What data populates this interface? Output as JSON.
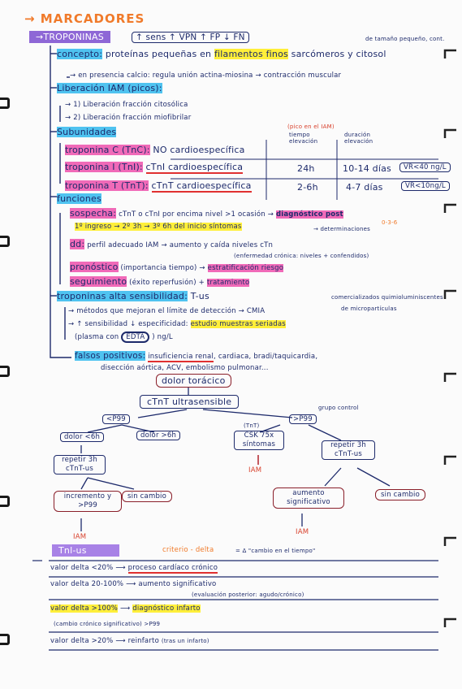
{
  "title": "→ MARCADORES",
  "troponinas_label": "→TROPONINAS",
  "troponinas_props": "↑ sens ↑ VPN ↑ FP ↓ FN",
  "note_top_right": "de tamaño pequeño, cont.",
  "concepto": {
    "label": "concepto:",
    "text1": "proteínas pequeñas en",
    "highlight": "filamentos finos",
    "text2": "sarcómeros y citosol",
    "line2": "→ en presencia calcio: regula unión actina-miosina → contracción muscular"
  },
  "liberacion": {
    "label": "Liberación IAM (picos):",
    "item1": "→ 1) Liberación fracción citosólica",
    "item2": "→ 2) Liberación fracción miofibrilar"
  },
  "subunidades": {
    "label": "Subunidades",
    "header_pico": "(pico en el IAM)",
    "header_elev": "tiempo elevación",
    "header_dur": "duración elevación",
    "rows": [
      {
        "label": "troponina C (TnC):",
        "desc": "NO cardioespecífica",
        "elev": "",
        "dur": "",
        "vr": ""
      },
      {
        "label": "troponina I (TnI):",
        "desc": "cTnI cardioespecífica",
        "elev": "24h",
        "dur": "10-14 días",
        "vr": "VR<40 ng/L"
      },
      {
        "label": "troponina T (TnT):",
        "desc": "cTnT cardioespecífica",
        "elev": "2-6h",
        "dur": "4-7 días",
        "vr": "VR<10ng/L"
      }
    ]
  },
  "funciones": {
    "label": "funciones",
    "sospecha_label": "sospecha:",
    "sospecha_text": "cTnT o cTnI por encima nivel >1 ocasión →",
    "diag": "diagnóstico post",
    "timing": "0-3-6",
    "ingreso_line": "1º ingreso → 2º 3h → 3º 6h del inicio síntomas",
    "determinaciones": "→ determinaciones",
    "dd_label": "dd:",
    "dd_text": "perfil adecuado IAM → aumento y caída niveles cTn",
    "dd_note": "(enfermedad crónica: niveles + confendidos)",
    "pronostico_label": "pronóstico",
    "pronostico_text": "(importancia tiempo) →",
    "pronostico_hl": "estratificación riesgo",
    "seguimiento_label": "seguimiento",
    "seguimiento_text": "(éxito reperfusión) +",
    "seguimiento_hl": "tratamiento"
  },
  "alta_sens": {
    "label": "troponinas alta sensibilidad:",
    "suffix": "T-us",
    "note": "comercializados quimioluminiscentes",
    "line1": "→ métodos que mejoran el límite de detección → CMIA",
    "line1_note": "de micropartículas",
    "line2a": "→ ↑ sensibilidad ↓ especificidad:",
    "line2_hl": "estudio muestras seriadas",
    "line3a": "(plasma con",
    "line3_ring": "EDTA",
    "line3b": ") ng/L",
    "fp_label": "falsos positivos:",
    "fp_text1": "insuficiencia renal",
    "fp_text2": ", cardiaca, bradi/taquicardia,",
    "fp_line2": "disección aórtica, ACV, embolismo pulmonar..."
  },
  "flow": {
    "dolor": "dolor torácico",
    "ctnt": "cTnT ultrasensible",
    "grupo": "grupo control",
    "lt_p99": "<P99",
    "gt_p99": ">P99",
    "dolor_lt6": "dolor <6h",
    "dolor_gt6": "dolor >6h",
    "repetir_l": "repetir 3h cTnT-us",
    "sin_cambio_l": "sin cambio",
    "incremento": "incremento y >P99",
    "iam1": "IAM",
    "tnt_small": "(TnT)",
    "csk": "CSK 75x síntomas",
    "iam2": "IAM",
    "repetir_r": "repetir 3h cTnT-us",
    "aumento": "aumento significativo",
    "iam3": "IAM",
    "sin_cambio_r": "sin cambio"
  },
  "tabla": {
    "label": "Tnl-us",
    "criterio": "criterio - delta",
    "delta_def": "= Δ \"cambio en el tiempo\"",
    "rows": [
      {
        "left": "valor delta <20%",
        "right": "proceso cardíaco crónico"
      },
      {
        "left": "valor delta 20-100%",
        "right": "aumento significativo"
      },
      {
        "left": "",
        "right": "(evaluación posterior: agudo/crónico)"
      },
      {
        "left": "valor delta >100%",
        "right": "diagnóstico infarto"
      },
      {
        "left": "(cambio crónico significativo) >P99",
        "right": ""
      },
      {
        "left": "valor delta >20%",
        "right": "reinfarto",
        "note": "(tras un infarto)"
      }
    ]
  }
}
